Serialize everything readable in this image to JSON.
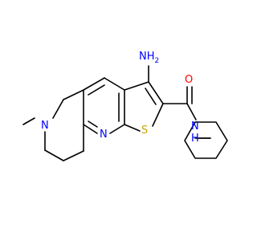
{
  "colors": {
    "background": "#ffffff",
    "bond": "#000000",
    "carbon": "#000000",
    "nitrogen": "#0000ff",
    "oxygen": "#ff0000",
    "sulfur": "#c8a400"
  },
  "atoms": {
    "nh2": "NH",
    "nh2_sub": "2",
    "oxygen": "O",
    "amide_n": "N",
    "amide_h": "H",
    "ring_n_top": "N",
    "pyridine_n": "N",
    "sulfur": "S"
  }
}
